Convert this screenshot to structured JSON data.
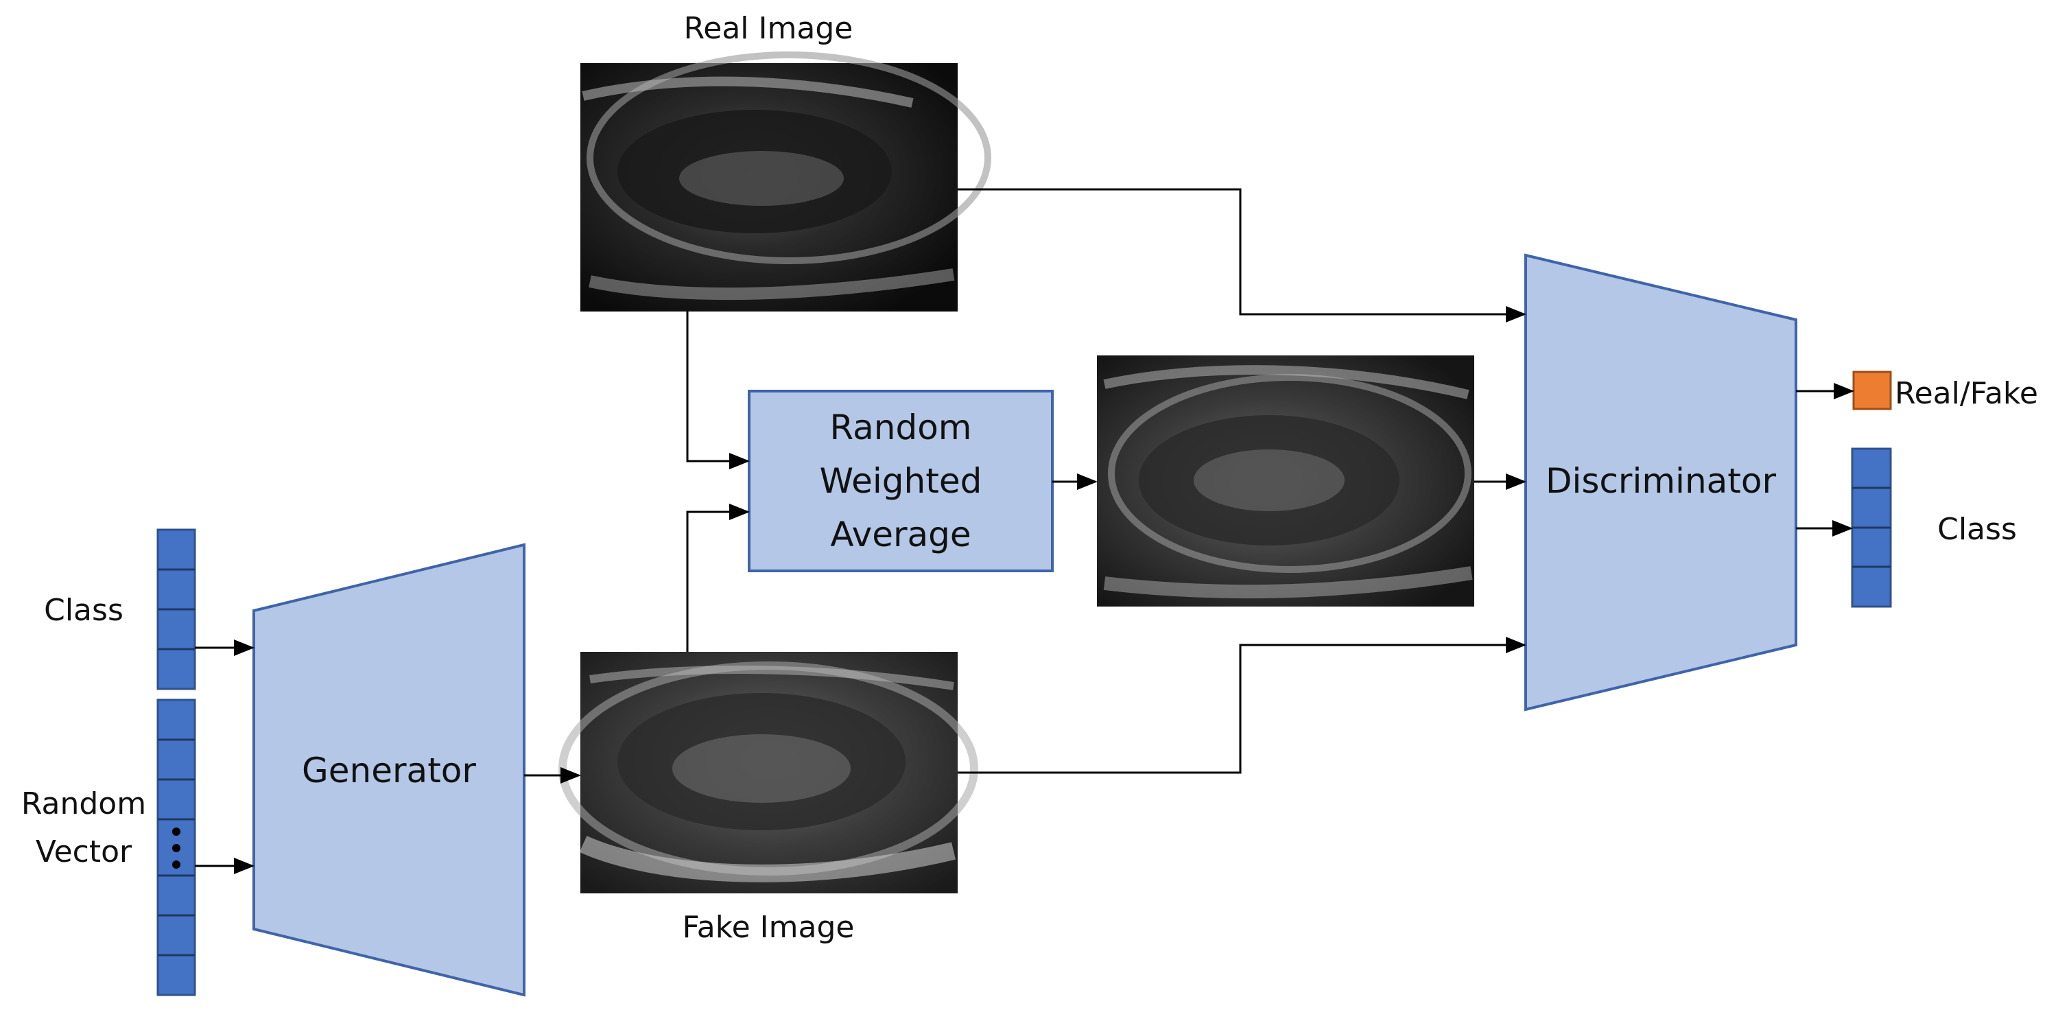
{
  "labels": {
    "real_image": "Real Image",
    "fake_image": "Fake Image",
    "rwa_line1": "Random",
    "rwa_line2": "Weighted",
    "rwa_line3": "Average",
    "generator": "Generator",
    "discriminator": "Discriminator",
    "class_in": "Class",
    "random_line1": "Random",
    "random_line2": "Vector",
    "real_fake": "Real/Fake",
    "class_out": "Class"
  },
  "colors": {
    "block_fill": "#b4c7e7",
    "block_stroke": "#3f64a8",
    "vector_fill": "#4472c4",
    "vector_stroke": "#2f528f",
    "output_fill": "#ed7d31",
    "arrow": "#000000"
  },
  "icons": {
    "real_ultrasound": "ultrasound-scan",
    "blended_ultrasound": "ultrasound-scan",
    "fake_ultrasound": "ultrasound-scan",
    "vector_ellipsis": "vertical-ellipsis-icon"
  }
}
